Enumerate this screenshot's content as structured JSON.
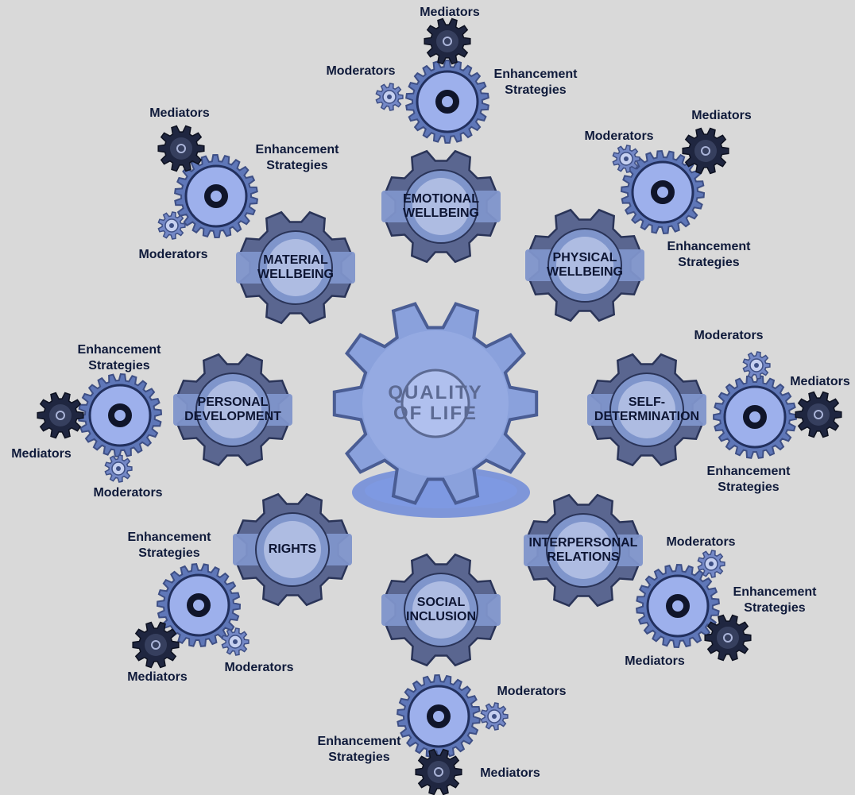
{
  "theme": {
    "background": "#d9d9d9",
    "center_gear": "#8aa1dc",
    "domain_gear": "#5a6690",
    "domain_band": "#7f95cb",
    "strategy_gear": "#5f77b8",
    "strategy_face": "#9db0ec",
    "mediator_gear": "#1f2640",
    "moderator_gear": "#7488c6"
  },
  "center": {
    "name": "center-gear",
    "line1": "QUALITY",
    "line2": "OF LIFE",
    "icon": "gear-icon"
  },
  "domains": [
    {
      "name": "emotional-wellbeing",
      "lines": [
        "EMOTIONAL",
        "WELLBEING"
      ],
      "labels": {
        "mediators": "Mediators",
        "moderators": "Moderators",
        "strategies": [
          "Enhancement",
          "Strategies"
        ]
      }
    },
    {
      "name": "physical-wellbeing",
      "lines": [
        "PHYSICAL",
        "WELLBEING"
      ],
      "labels": {
        "mediators": "Mediators",
        "moderators": "Moderators",
        "strategies": [
          "Enhancement",
          "Strategies"
        ]
      }
    },
    {
      "name": "self-determination",
      "lines": [
        "SELF-",
        "DETERMINATION"
      ],
      "labels": {
        "mediators": "Mediators",
        "moderators": "Moderators",
        "strategies": [
          "Enhancement",
          "Strategies"
        ]
      }
    },
    {
      "name": "interpersonal-relations",
      "lines": [
        "INTERPERSONAL",
        "RELATIONS"
      ],
      "labels": {
        "mediators": "Mediators",
        "moderators": "Moderators",
        "strategies": [
          "Enhancement",
          "Strategies"
        ]
      }
    },
    {
      "name": "social-inclusion",
      "lines": [
        "SOCIAL",
        "INCLUSION"
      ],
      "labels": {
        "mediators": "Mediators",
        "moderators": "Moderators",
        "strategies": [
          "Enhancement",
          "Strategies"
        ]
      }
    },
    {
      "name": "rights",
      "lines": [
        "RIGHTS"
      ],
      "labels": {
        "mediators": "Mediators",
        "moderators": "Moderators",
        "strategies": [
          "Enhancement",
          "Strategies"
        ]
      }
    },
    {
      "name": "personal-development",
      "lines": [
        "PERSONAL",
        "DEVELOPMENT"
      ],
      "labels": {
        "mediators": "Mediators",
        "moderators": "Moderators",
        "strategies": [
          "Enhancement",
          "Strategies"
        ]
      }
    },
    {
      "name": "material-wellbeing",
      "lines": [
        "MATERIAL",
        "WELLBEING"
      ],
      "labels": {
        "mediators": "Mediators",
        "moderators": "Moderators",
        "strategies": [
          "Enhancement",
          "Strategies"
        ]
      }
    }
  ]
}
